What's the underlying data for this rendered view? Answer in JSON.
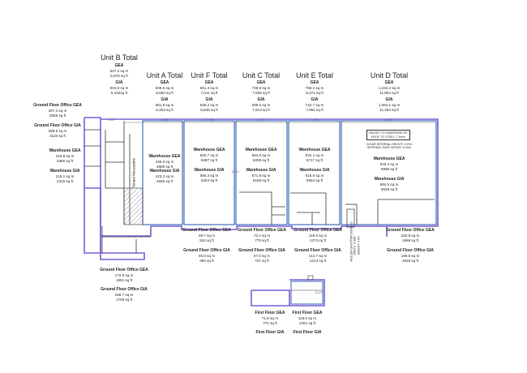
{
  "units": {
    "b": {
      "title": "Unit B Total",
      "gea_label": "GEA",
      "gea_sqm": "527.2 sq m",
      "gea_sqft": "5,675 sq ft",
      "gia_label": "GIA",
      "gia_sqm": "504.9 sq m",
      "gia_sqft": "5,434sq ft"
    },
    "a": {
      "title": "Unit A Total",
      "gea_label": "GEA",
      "gea_sqm": "608.5 sq m",
      "gea_sqft": "6,550 sq ft",
      "gia_label": "GIA",
      "gia_sqm": "581.9 sq m",
      "gia_sqft": "6,263 sq ft"
    },
    "f": {
      "title": "Unit F Total",
      "gea_label": "GEA",
      "gea_sqm": "651.4 sq m",
      "gea_sqft": "7,011 sq ft",
      "gia_label": "GIA",
      "gia_sqm": "636.2 sq m",
      "gia_sqft": "6,848 sq ft"
    },
    "c": {
      "title": "Unit C Total",
      "gea_label": "GEA",
      "gea_sqm": "728.0 sq m",
      "gea_sqft": "7,836 sq ft",
      "gia_label": "GIA",
      "gia_sqm": "698.0 sq m",
      "gia_sqft": "7,513 sq ft"
    },
    "e": {
      "title": "Unit E Total",
      "gea_label": "GEA",
      "gea_sqm": "768.4 sq m",
      "gea_sqft": "8,271 sq ft",
      "gia_label": "GIA",
      "gia_sqm": "742.7 sq m",
      "gia_sqft": "7,994 sq ft"
    },
    "d": {
      "title": "Unit D Total",
      "gea_label": "GEA",
      "gea_sqm": "1,102.2 sq m",
      "gea_sqft": "11,864 sq ft",
      "gia_label": "GIA",
      "gia_sqm": "1,064.1 sq m",
      "gia_sqft": "11,454 sq ft"
    }
  },
  "unit_b_gf_office": {
    "gea_label": "Ground Floor Office GEA",
    "gea_sqm": "307.4 sq m",
    "gea_sqft": "3309 sq ft",
    "gia_label": "Ground Floor Office GIA",
    "gia_sqm": "289.8 sq m",
    "gia_sqft": "3119 sq ft"
  },
  "unit_b_warehouse": {
    "gea_label": "Warehouse GEA",
    "gea_sqm": "219.8 sq m",
    "gea_sqft": "2366 sq ft",
    "gia_label": "Warehouse GIA",
    "gia_sqm": "215.1 sq m",
    "gia_sqft": "2315 sq ft"
  },
  "unit_b_gf_office_lower": {
    "gea_label": "Ground Floor Office GEA",
    "gea_sqm": "172.9 sq m",
    "gea_sqft": "1861 sq ft",
    "gia_label": "Ground Floor Office GIA",
    "gia_sqm": "158.7 sq m",
    "gia_sqft": "1708 sq ft"
  },
  "warehouses": {
    "a": {
      "gea_label": "Warehouse GEA",
      "gea_sqm": "435.6 sq m",
      "gea_sqft": "4689 sq ft",
      "gia_label": "Warehouse GIA",
      "gia_sqm": "423.2 sq m",
      "gia_sqft": "4555 sq ft"
    },
    "f": {
      "gea_label": "Warehouse GEA",
      "gea_sqm": "602.7 sq m",
      "gea_sqft": "6487 sq ft",
      "gia_label": "Warehouse GIA",
      "gia_sqm": "590.3 sq m",
      "gia_sqft": "6354 sq ft"
    },
    "c": {
      "gea_label": "Warehouse GEA",
      "gea_sqm": "584.0 sq m",
      "gea_sqft": "6286 sq ft",
      "gia_label": "Warehouse GIA",
      "gia_sqm": "571.9 sq m",
      "gia_sqft": "6156 sq ft"
    },
    "e": {
      "gea_label": "Warehouse GEA",
      "gea_sqm": "531.1 sq m",
      "gea_sqft": "5717 sq ft",
      "gia_label": "Warehouse GIA",
      "gia_sqm": "516.0 sq m",
      "gia_sqft": "5554 sq ft"
    },
    "d": {
      "gea_label": "Warehouse GEA",
      "gea_sqm": "919.4 sq m",
      "gea_sqft": "9896 sq ft",
      "gia_label": "Warehouse GIA",
      "gia_sqm": "894.5 sq m",
      "gia_sqft": "9628 sq ft"
    }
  },
  "gf_offices": {
    "f": {
      "gea_label": "Ground Floor Office GEA",
      "gea_sqm": "48.7 sq m",
      "gea_sqft": "524 sq ft",
      "gia_label": "Ground Floor Office GIA",
      "gia_sqm": "45.9 sq m",
      "gia_sqft": "494 sq ft"
    },
    "c": {
      "gea_label": "Ground Floor Office GEA",
      "gea_sqm": "72.4 sq m",
      "gea_sqft": "779 sq ft",
      "gia_label": "Ground Floor Office GIA",
      "gia_sqm": "67.0 sq m",
      "gia_sqft": "721 sq ft"
    },
    "e": {
      "gea_label": "Ground Floor Office GEA",
      "gea_sqm": "118.3 sq m",
      "gea_sqft": "1273 sq ft",
      "gia_label": "Ground Floor Office GIA",
      "gia_sqm": "112.7 sq m",
      "gia_sqft": "1213 sq ft"
    },
    "d": {
      "gea_label": "Ground Floor Office GEA",
      "gea_sqm": "182.8 sq m",
      "gea_sqft": "1968 sq ft",
      "gia_label": "Ground Floor Office GIA",
      "gia_sqm": "169.6 sq m",
      "gia_sqft": "1826 sq ft"
    }
  },
  "first_floor": {
    "left": {
      "gea_label": "First Floor GEA",
      "gea_sqm": "71.6 sq m",
      "gea_sqft": "771 sq ft",
      "gia_label": "First Floor GIA"
    },
    "right": {
      "gea_label": "First Floor GEA",
      "gea_sqm": "119.0 sq m",
      "gea_sqft": "1281 sq ft",
      "gia_label": "First Floor GIA"
    }
  },
  "annotations": {
    "mezzanine": "Tenant Mezzanine",
    "height_steel": "HEIGHT TO UNDERSIDE OF\nROOF TO STEEL: 7.9mm",
    "clear_height": "CLEAR INTERNAL HEIGHT: 4.97m\nINTERNAL EAVE HEIGHT: 6.25m",
    "roller_shutter": "ROLLER SHUTTER DOOR x3\nWIDTH: 5.98m\nHEIGHT: 4.5m"
  },
  "dimensions": {
    "b_width": "6.27",
    "a_width": "11.86",
    "f_width": "17.96",
    "c_width": "17.59",
    "e_width": "17.38",
    "d_width": "18.87",
    "mid_gap": "16.70",
    "ff_dim": "10.27"
  },
  "colors": {
    "gea_outline": "#7b5cd6",
    "gia_outline": "#2f5fb8",
    "walls": "#333333"
  }
}
